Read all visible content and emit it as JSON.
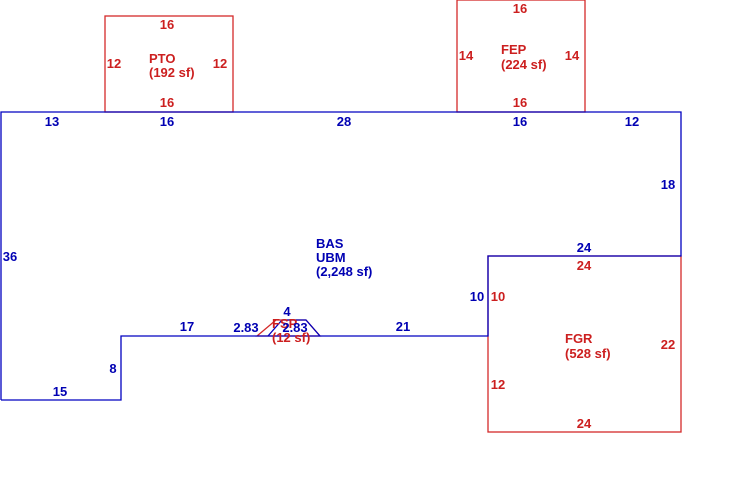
{
  "colors": {
    "main": "#0000c0",
    "addition": "#d42a2a"
  },
  "areas": {
    "bas": {
      "code1": "BAS",
      "code2": "UBM",
      "area": "(2,248 sf)"
    },
    "pto": {
      "code": "PTO",
      "area": "(192 sf)"
    },
    "fep": {
      "code": "FEP",
      "area": "(224 sf)"
    },
    "fgr": {
      "code": "FGR",
      "area": "(528 sf)"
    },
    "fsp": {
      "code": "FSP",
      "area": "(12 sf)"
    }
  },
  "dims": {
    "bas_left": "36",
    "bas_top_1": "13",
    "bas_top_2": "16",
    "bas_top_3": "28",
    "bas_top_4": "16",
    "bas_top_5": "12",
    "bas_right": "18",
    "bas_step_top": "24",
    "bas_step_side": "10",
    "bas_bottom_1": "15",
    "bas_notch_side": "8",
    "bas_notch_top": "17",
    "bas_bottom_2": "21",
    "fsp_top": "4",
    "fsp_diag_1": "2.83",
    "fsp_diag_2": "2.83",
    "pto_top": "16",
    "pto_left": "12",
    "pto_right": "12",
    "pto_bottom": "16",
    "fep_top": "16",
    "fep_left": "14",
    "fep_right": "14",
    "fep_bottom": "16",
    "fgr_top": "24",
    "fgr_left_1": "10",
    "fgr_left_2": "12",
    "fgr_right": "22",
    "fgr_bottom": "24"
  }
}
